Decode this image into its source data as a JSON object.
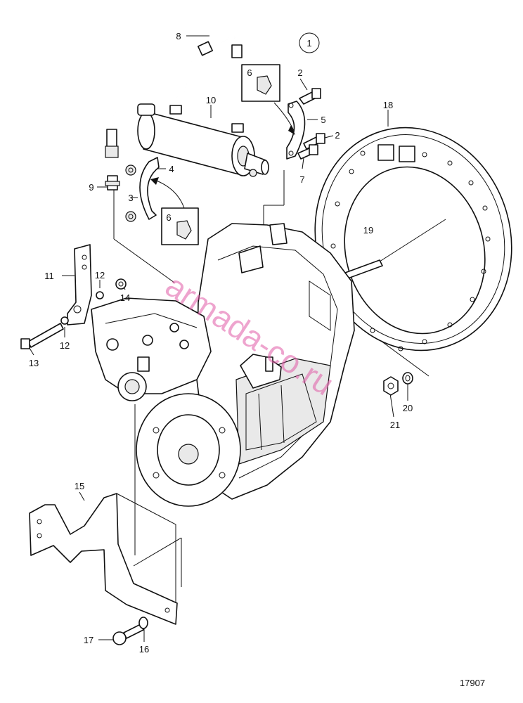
{
  "group_marker": "1",
  "drawing_number": "17907",
  "watermark": "armada-co.ru",
  "callouts": [
    {
      "id": "c8",
      "text": "8"
    },
    {
      "id": "c2a",
      "text": "2"
    },
    {
      "id": "c6a",
      "text": "6"
    },
    {
      "id": "c10",
      "text": "10"
    },
    {
      "id": "c5",
      "text": "5"
    },
    {
      "id": "c2b",
      "text": "2"
    },
    {
      "id": "c18",
      "text": "18"
    },
    {
      "id": "c4",
      "text": "4"
    },
    {
      "id": "c7",
      "text": "7"
    },
    {
      "id": "c9",
      "text": "9"
    },
    {
      "id": "c3",
      "text": "3"
    },
    {
      "id": "c6b",
      "text": "6"
    },
    {
      "id": "c19",
      "text": "19"
    },
    {
      "id": "c11",
      "text": "11"
    },
    {
      "id": "c12a",
      "text": "12"
    },
    {
      "id": "c14",
      "text": "14"
    },
    {
      "id": "c12b",
      "text": "12"
    },
    {
      "id": "c13",
      "text": "13"
    },
    {
      "id": "c20",
      "text": "20"
    },
    {
      "id": "c21",
      "text": "21"
    },
    {
      "id": "c15",
      "text": "15"
    },
    {
      "id": "c17",
      "text": "17"
    },
    {
      "id": "c16",
      "text": "16"
    }
  ]
}
